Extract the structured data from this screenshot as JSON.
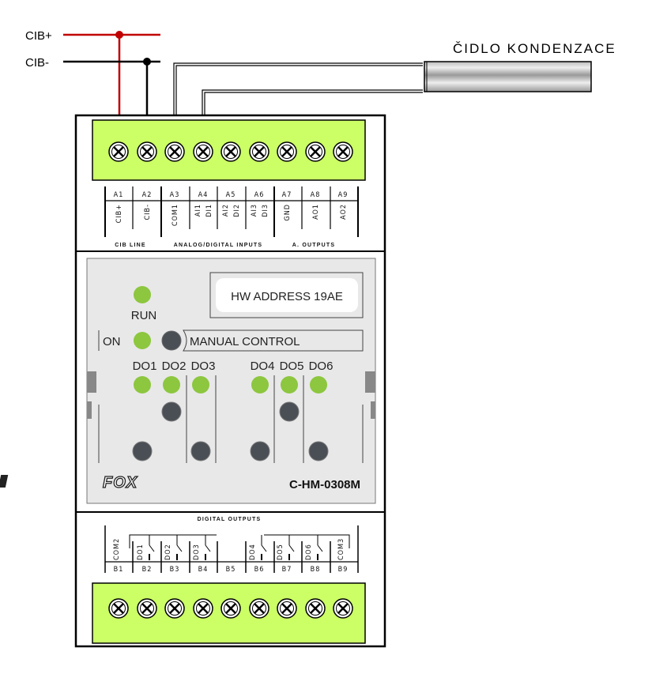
{
  "wires": {
    "cib_plus": "CIB+",
    "cib_minus": "CIB-",
    "sensor_label": "ČIDLO KONDENZACE",
    "colors": {
      "cib_plus": "#c00000",
      "cib_minus": "#000000",
      "terminal": "#ccff66",
      "led_on": "#8dc63f",
      "button": "#4a4f55",
      "panel": "#e8e8e8"
    }
  },
  "top_terminals": {
    "ids": [
      "A1",
      "A2",
      "A3",
      "A4",
      "A5",
      "A6",
      "A7",
      "A8",
      "A9"
    ],
    "signals": [
      [
        "CIB+"
      ],
      [
        "CIB-"
      ],
      [
        "COM1"
      ],
      [
        "AI1",
        "DI1"
      ],
      [
        "AI2",
        "DI2"
      ],
      [
        "AI3",
        "DI3"
      ],
      [
        "GND"
      ],
      [
        "AO1"
      ],
      [
        "AO2"
      ]
    ],
    "groups": {
      "cib": "CIB LINE",
      "inputs": "ANALOG/DIGITAL INPUTS",
      "outputs": "A. OUTPUTS"
    }
  },
  "panel": {
    "hw_address": "HW ADDRESS 19AE",
    "run": "RUN",
    "on": "ON",
    "manual_control": "MANUAL CONTROL",
    "do_labels": [
      "DO1",
      "DO2",
      "DO3",
      "DO4",
      "DO5",
      "DO6"
    ],
    "logo": "FOX",
    "model": "C-HM-0308M"
  },
  "bottom_terminals": {
    "group": "DIGITAL OUTPUTS",
    "ids": [
      "B1",
      "B2",
      "B3",
      "B4",
      "B5",
      "B6",
      "B7",
      "B8",
      "B9"
    ],
    "signals": [
      "COM2",
      "DO1",
      "DO2",
      "DO3",
      "",
      "DO4",
      "DO5",
      "DO6",
      "COM3"
    ]
  }
}
